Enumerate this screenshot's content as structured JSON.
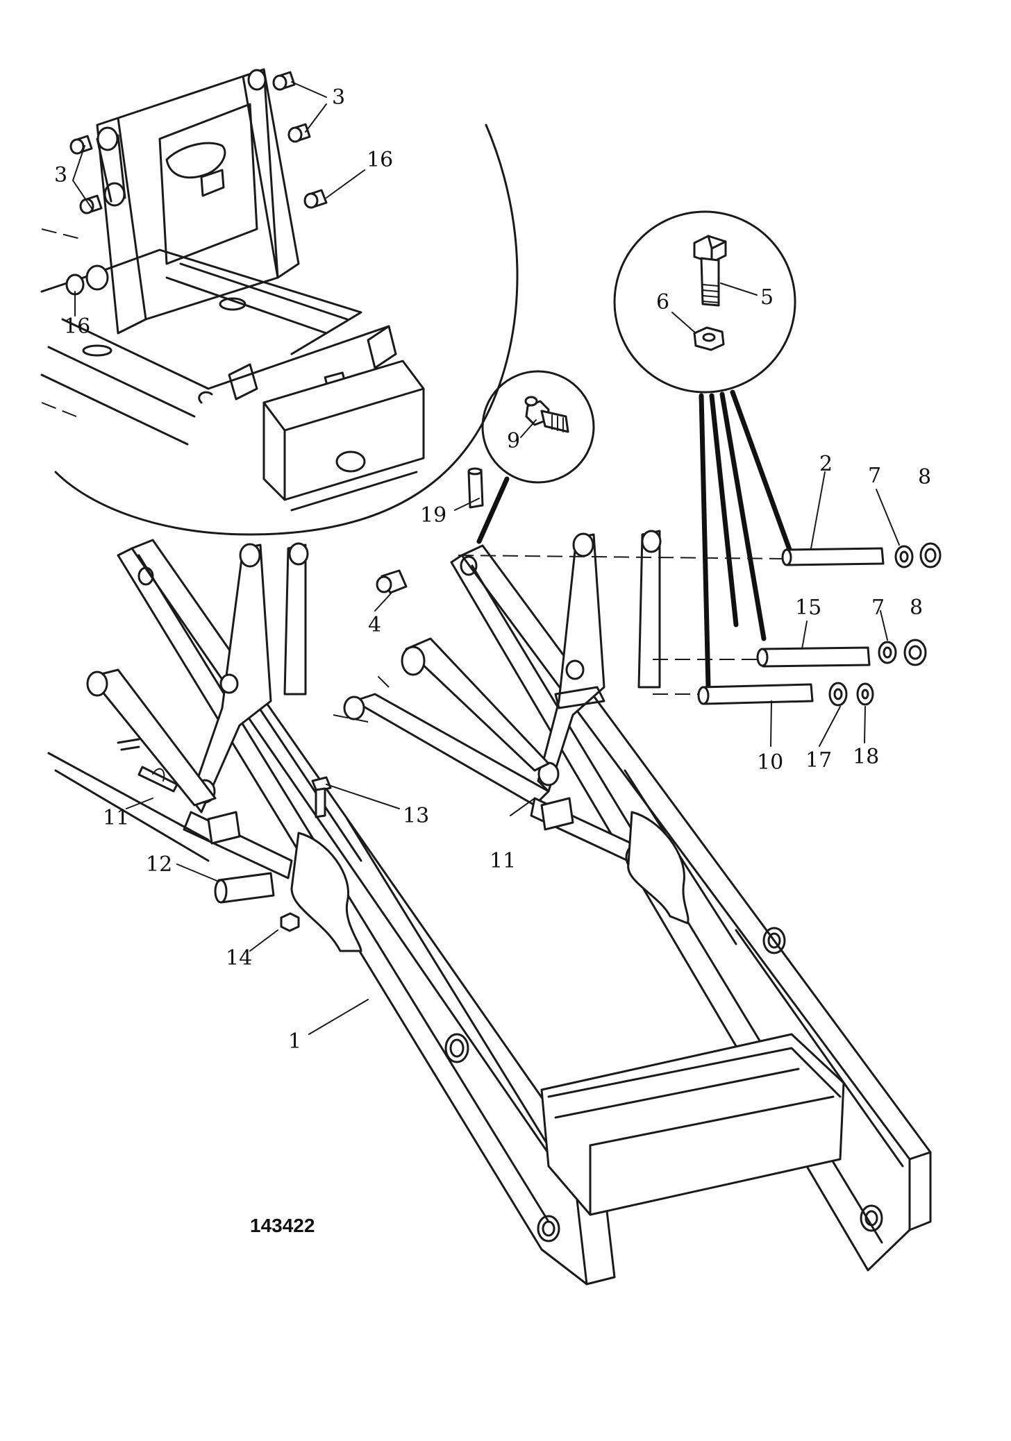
{
  "drawing_ref": "143422",
  "callouts": [
    {
      "id": "c3a",
      "text": "3"
    },
    {
      "id": "c3b",
      "text": "3"
    },
    {
      "id": "c16a",
      "text": "16"
    },
    {
      "id": "c16b",
      "text": "16"
    },
    {
      "id": "c5",
      "text": "5"
    },
    {
      "id": "c6",
      "text": "6"
    },
    {
      "id": "c9",
      "text": "9"
    },
    {
      "id": "c19",
      "text": "19"
    },
    {
      "id": "c4",
      "text": "4"
    },
    {
      "id": "c2",
      "text": "2"
    },
    {
      "id": "c7a",
      "text": "7"
    },
    {
      "id": "c8a",
      "text": "8"
    },
    {
      "id": "c15",
      "text": "15"
    },
    {
      "id": "c7b",
      "text": "7"
    },
    {
      "id": "c8b",
      "text": "8"
    },
    {
      "id": "c10",
      "text": "10"
    },
    {
      "id": "c17",
      "text": "17"
    },
    {
      "id": "c18",
      "text": "18"
    },
    {
      "id": "c11a",
      "text": "11"
    },
    {
      "id": "c11b",
      "text": "11"
    },
    {
      "id": "c12",
      "text": "12"
    },
    {
      "id": "c13",
      "text": "13"
    },
    {
      "id": "c14",
      "text": "14"
    },
    {
      "id": "c1",
      "text": "1"
    }
  ]
}
